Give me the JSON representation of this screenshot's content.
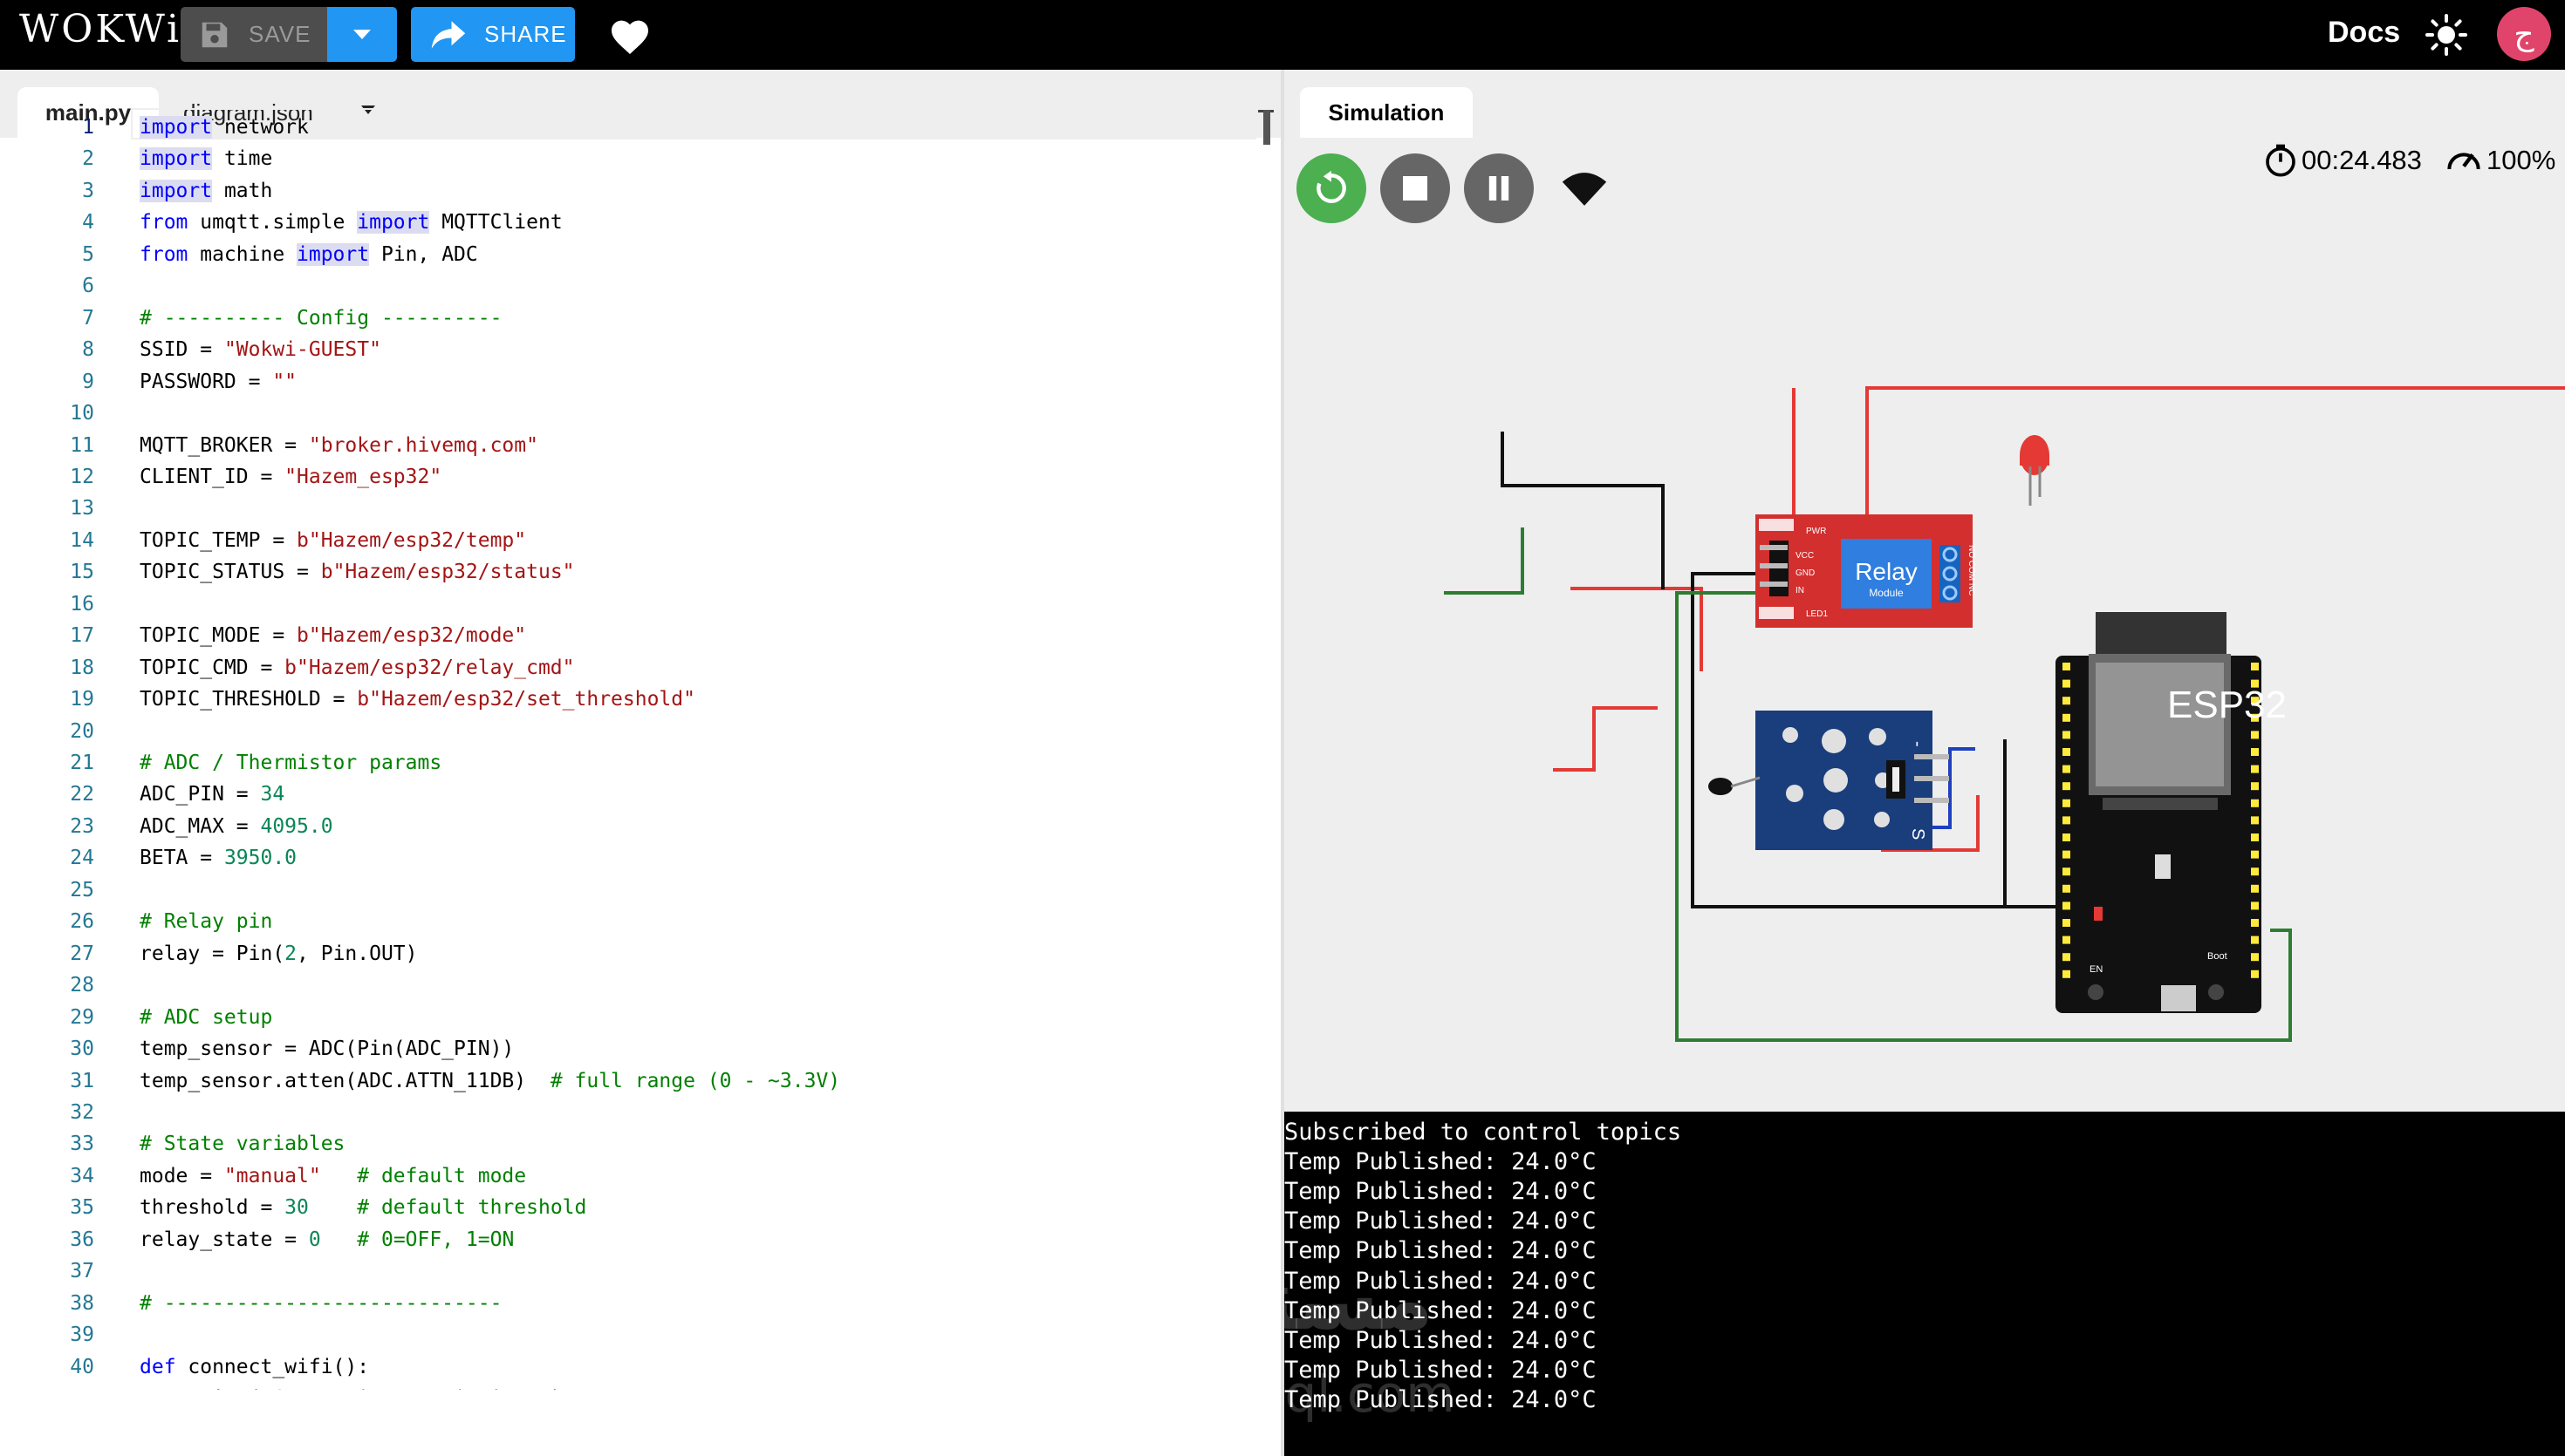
{
  "app": {
    "logo": "WOKWi",
    "save_label": "SAVE",
    "share_label": "SHARE",
    "docs_label": "Docs",
    "avatar_initial": "ج",
    "icons": [
      "save-icon",
      "chevron-down-icon",
      "share-arrow-icon",
      "heart-icon",
      "sun-icon"
    ]
  },
  "colors": {
    "accent": "#2196f3",
    "save_bg": "#4d4d4d",
    "run_green": "#4caf50",
    "avatar": "#e0446a"
  },
  "editor": {
    "tabs": [
      {
        "label": "main.py",
        "active": true
      },
      {
        "label": "diagram.json",
        "active": false
      }
    ],
    "current_line": 1,
    "lines": [
      "import network",
      "import time",
      "import math",
      "from umqtt.simple import MQTTClient",
      "from machine import Pin, ADC",
      "",
      "# ---------- Config ----------",
      "SSID = \"Wokwi-GUEST\"",
      "PASSWORD = \"\"",
      "",
      "MQTT_BROKER = \"broker.hivemq.com\"",
      "CLIENT_ID = \"Hazem_esp32\"",
      "",
      "TOPIC_TEMP = b\"Hazem/esp32/temp\"",
      "TOPIC_STATUS = b\"Hazem/esp32/status\"",
      "",
      "TOPIC_MODE = b\"Hazem/esp32/mode\"",
      "TOPIC_CMD = b\"Hazem/esp32/relay_cmd\"",
      "TOPIC_THRESHOLD = b\"Hazem/esp32/set_threshold\"",
      "",
      "# ADC / Thermistor params",
      "ADC_PIN = 34",
      "ADC_MAX = 4095.0",
      "BETA = 3950.0",
      "",
      "# Relay pin",
      "relay = Pin(2, Pin.OUT)",
      "",
      "# ADC setup",
      "temp_sensor = ADC(Pin(ADC_PIN))",
      "temp_sensor.atten(ADC.ATTN_11DB)  # full range (0 - ~3.3V)",
      "",
      "# State variables",
      "mode = \"manual\"   # default mode",
      "threshold = 30    # default threshold",
      "relay_state = 0   # 0=OFF, 1=ON",
      "",
      "# ----------------------------",
      "",
      "def connect_wifi():",
      "    print(\"Connecting to Wi-Fi...\")"
    ]
  },
  "simulation": {
    "tab_label": "Simulation",
    "timer": "00:24.483",
    "speed": "100%",
    "controls": [
      "restart-icon",
      "stop-icon",
      "pause-icon",
      "wifi-icon"
    ],
    "parts": {
      "relay_title": "Relay",
      "relay_sub": "Module",
      "relay_pins": [
        "VCC",
        "GND",
        "IN"
      ],
      "relay_top": "PWR",
      "relay_bottom": "LED1",
      "relay_side": "NO COM NC",
      "esp_label": "ESP32",
      "sensor_pin_label": "S",
      "sensor_minus_label": "-",
      "esp_en": "EN",
      "esp_boot": "Boot"
    }
  },
  "console": {
    "lines": [
      "Subscribed to control topics",
      "Temp Published: 24.0°C",
      "Temp Published: 24.0°C",
      "Temp Published: 24.0°C",
      "Temp Published: 24.0°C",
      "Temp Published: 24.0°C",
      "Temp Published: 24.0°C",
      "Temp Published: 24.0°C",
      "Temp Published: 24.0°C",
      "Temp Published: 24.0°C"
    ]
  },
  "watermark": {
    "arabic": "مستقل",
    "latin": "mostaql.com"
  }
}
